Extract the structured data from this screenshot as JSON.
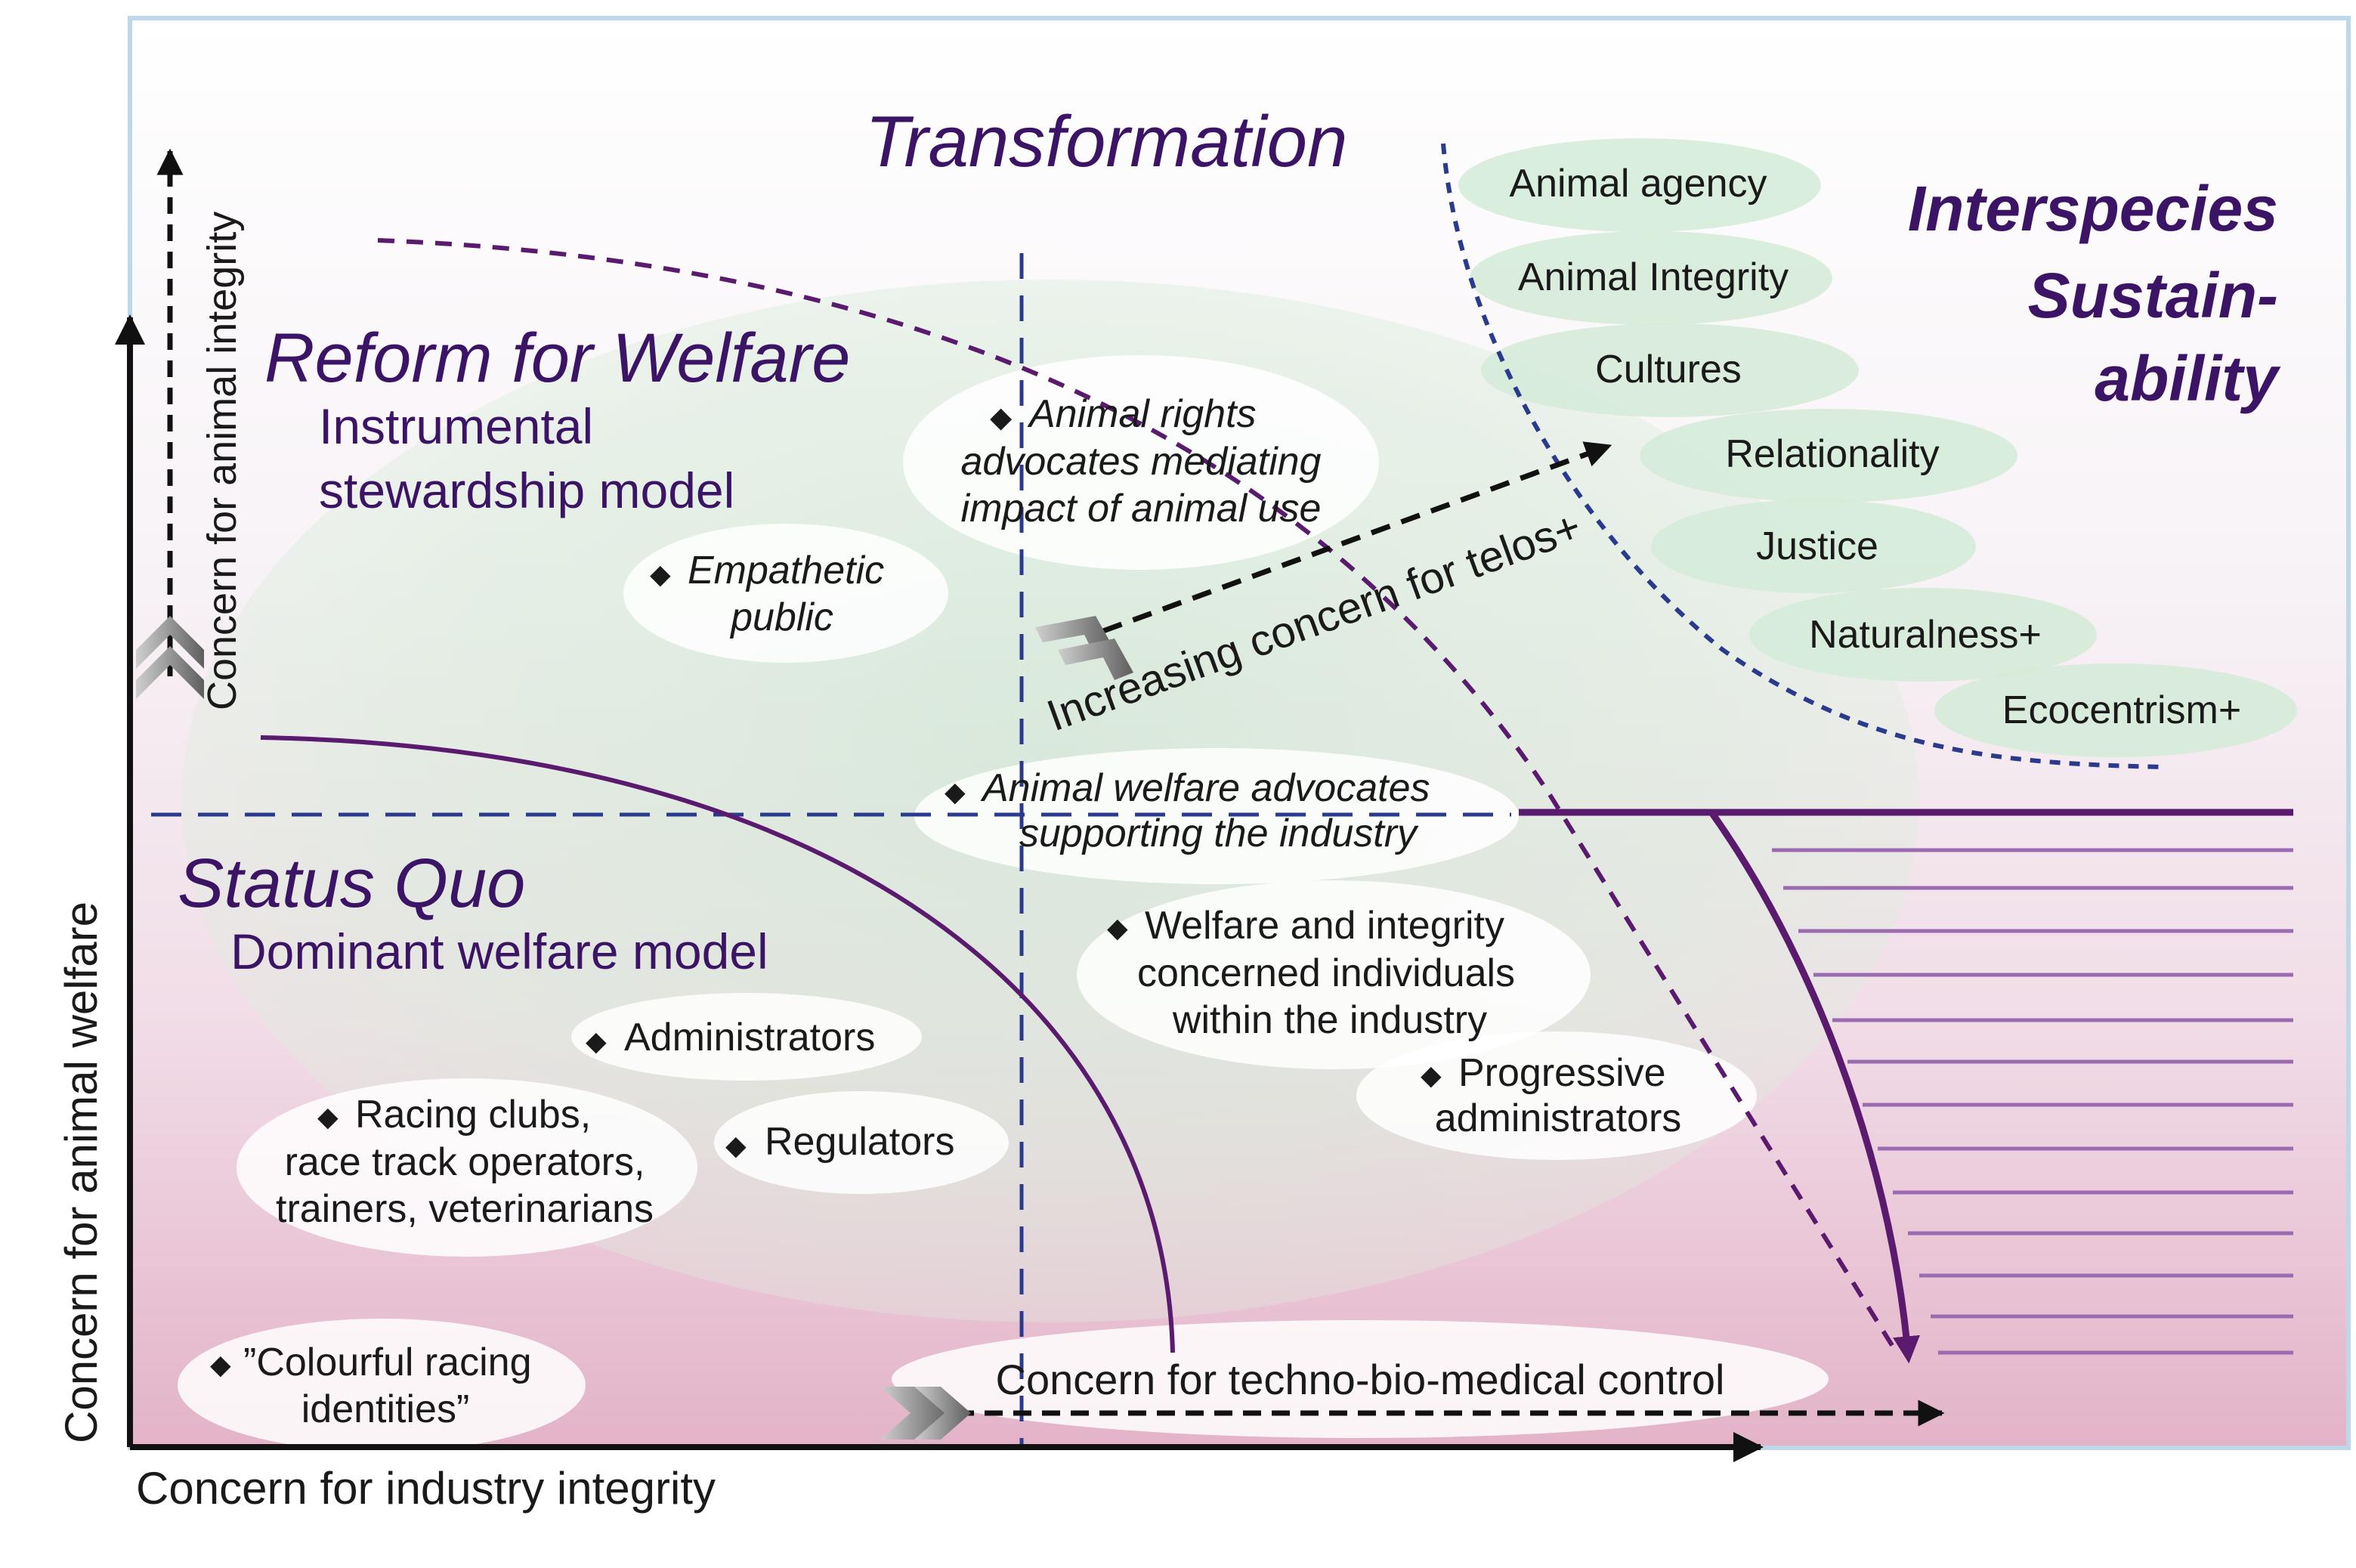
{
  "headings": {
    "transformation": "Transformation",
    "reform": "Reform for Welfare",
    "reform_sub_1": "Instrumental",
    "reform_sub_2": "stewardship model",
    "status_quo": "Status Quo",
    "status_quo_sub": "Dominant welfare model",
    "interspecies_1": "Interspecies",
    "interspecies_2": "Sustain-",
    "interspecies_3": "ability"
  },
  "axes": {
    "x_label": "Concern for industry integrity",
    "y_label": "Concern for animal welfare",
    "inner_y_label": "Concern for animal integrity",
    "telos_label": "Increasing concern for telos+",
    "techno_label": "Concern for techno-bio-medical control"
  },
  "actors": {
    "animal_rights_1": "Animal rights",
    "animal_rights_2": "advocates mediating",
    "animal_rights_3": "impact of animal use",
    "empathetic_1": "Empathetic",
    "empathetic_2": "public",
    "welfare_advocates_1": "Animal welfare advocates",
    "welfare_advocates_2": "supporting the industry",
    "welfare_integrity_1": "Welfare and integrity",
    "welfare_integrity_2": "concerned individuals",
    "welfare_integrity_3": "within the industry",
    "progressive_1": "Progressive",
    "progressive_2": "administrators",
    "administrators": "Administrators",
    "racing_1": "Racing clubs,",
    "racing_2": "race track operators,",
    "racing_3": "trainers, veterinarians",
    "regulators": "Regulators",
    "colourful_1": "”Colourful racing",
    "colourful_2": "identities”"
  },
  "values": {
    "animal_agency": "Animal agency",
    "animal_integrity": "Animal Integrity",
    "cultures": "Cultures",
    "relationality": "Relationality",
    "justice": "Justice",
    "naturalness": "Naturalness+",
    "ecocentrism": "Ecocentrism+"
  },
  "colors": {
    "heading": "#3c1466",
    "curve": "#5a1a6e",
    "dashed_blue": "#2a3a8c",
    "green_ellipse": "#cfe8d4",
    "pink_bottom": "#e3b8cc",
    "border": "#bcd8ea"
  }
}
